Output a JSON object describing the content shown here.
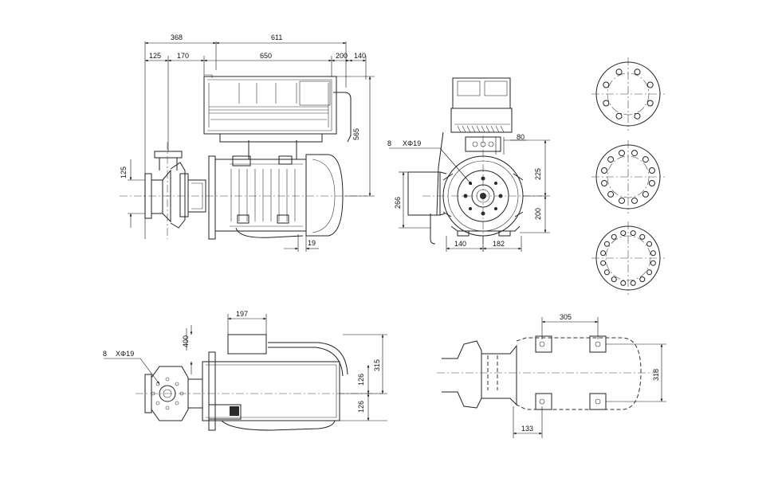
{
  "dimensions": {
    "side": {
      "d368": "368",
      "d611": "611",
      "d125": "125",
      "d170": "170",
      "d650": "650",
      "d200": "200",
      "d140": "140",
      "d565": "565",
      "d125v": "125",
      "d19": "19"
    },
    "front": {
      "bolt_count": "8",
      "bolt_hole": "XΦ19",
      "d80": "80",
      "d225": "225",
      "d200": "200",
      "d266": "266",
      "d140": "140",
      "d182": "182"
    },
    "top": {
      "d197": "197",
      "d400": "400",
      "bolt_count": "8",
      "bolt_hole": "XΦ19",
      "d315": "315",
      "d126a": "126",
      "d126b": "126"
    },
    "base": {
      "d305": "305",
      "d318": "318",
      "d133": "133"
    }
  },
  "flanges": [
    {
      "bolt_holes": 8
    },
    {
      "bolt_holes": 12
    },
    {
      "bolt_holes": 16
    }
  ]
}
